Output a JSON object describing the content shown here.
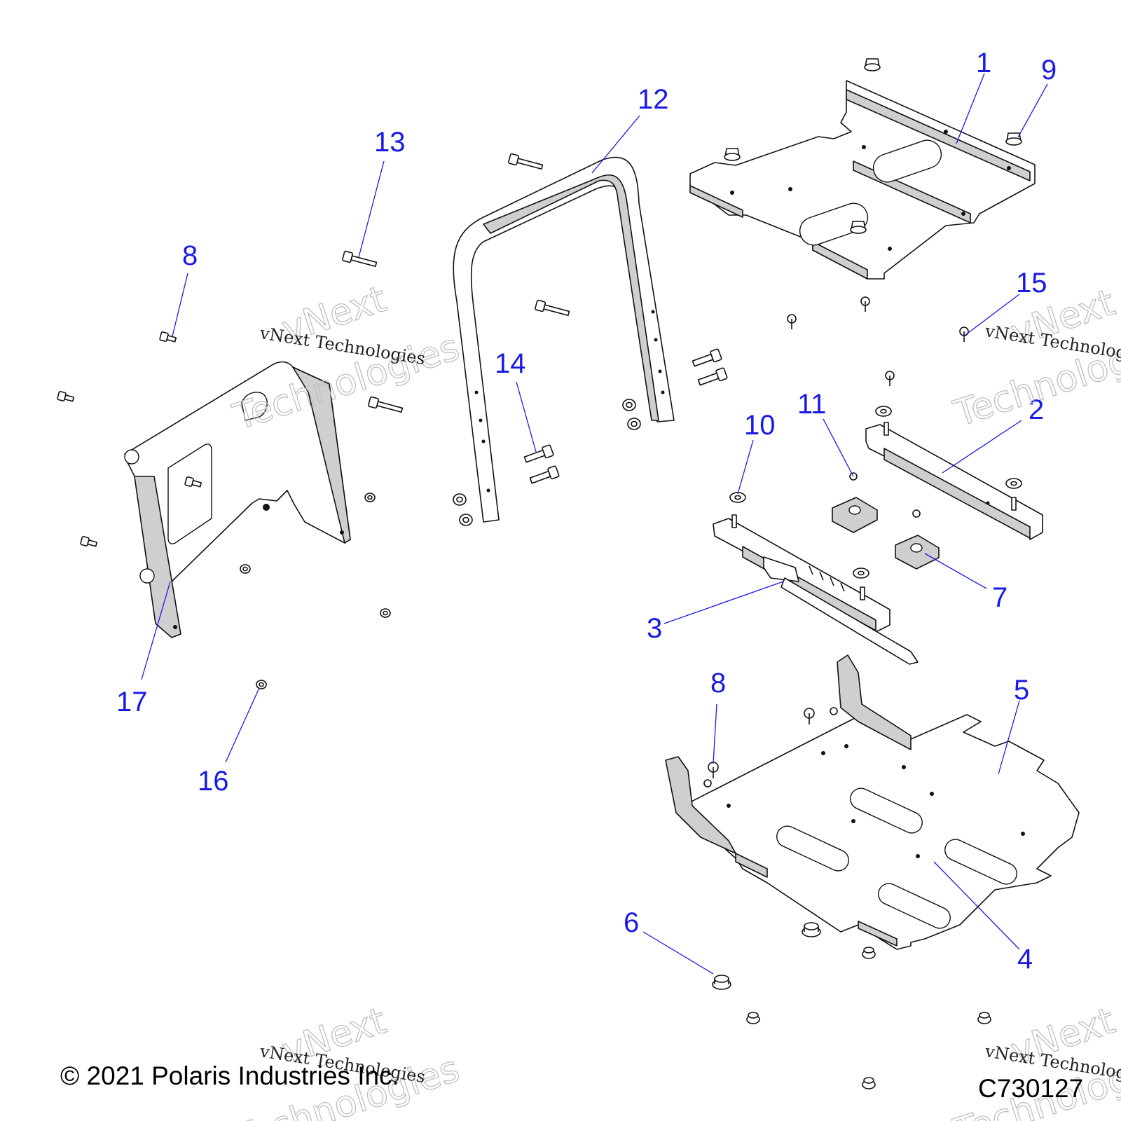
{
  "diagram": {
    "copyright": "© 2021 Polaris Industries Inc.",
    "figure_id": "C730127",
    "watermark_line": "vNext Technologies",
    "watermark_word1": "vNext",
    "watermark_word2": "Technologies",
    "callout_color": "#1a1ae6",
    "callouts": [
      "1",
      "2",
      "3",
      "4",
      "5",
      "6",
      "7",
      "8",
      "9",
      "10",
      "11",
      "12",
      "13",
      "14",
      "15",
      "16",
      "17"
    ]
  }
}
